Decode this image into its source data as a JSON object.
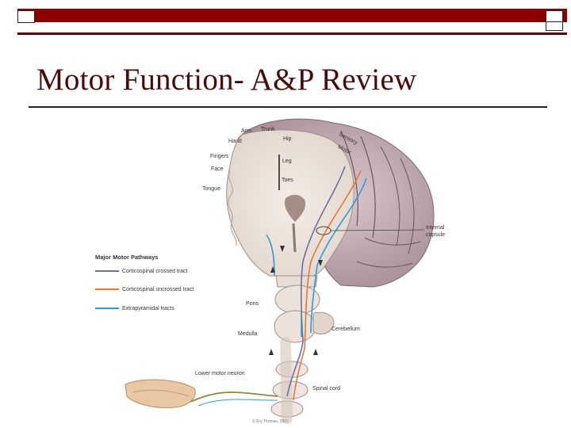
{
  "slide": {
    "title": "Motor Function- A&P Review",
    "accent_color": "#8b0000"
  },
  "figure": {
    "homunculus_labels": [
      "Arm",
      "Trunk",
      "Hand",
      "Hip",
      "Fingers",
      "Leg",
      "Face",
      "Toes",
      "Tongue"
    ],
    "cortex_labels": [
      "Sensory",
      "Motor"
    ],
    "structure_labels": {
      "internal_capsule": "Internal capsule",
      "pons": "Pons",
      "medulla": "Medulla",
      "cerebellum": "Cerebellum",
      "lower_motor_neuron": "Lower motor neuron",
      "spinal_cord": "Spinal cord"
    },
    "credit": "© Erv Thomas, 2007"
  },
  "legend": {
    "title": "Major Motor Pathways",
    "items": [
      {
        "label": "Corticospinal crossed tract",
        "color": "#6a6fa8"
      },
      {
        "label": "Corticospinal uncrossed tract",
        "color": "#e07a3a"
      },
      {
        "label": "Extrapyramidal tracts",
        "color": "#2e9bd6"
      }
    ]
  }
}
